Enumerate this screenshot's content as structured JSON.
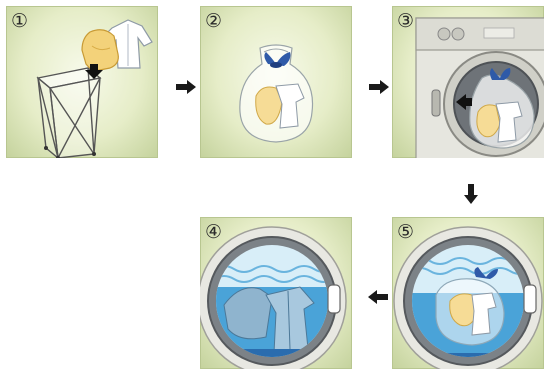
{
  "steps": [
    {
      "number": "①",
      "icon": "clothes-into-hamper"
    },
    {
      "number": "②",
      "icon": "clothes-in-mesh-laundry-bag"
    },
    {
      "number": "③",
      "icon": "bag-into-washing-machine"
    },
    {
      "number": "④",
      "icon": "clothes-washing-in-drum"
    },
    {
      "number": "⑤",
      "icon": "bag-washing-in-drum"
    }
  ],
  "colors": {
    "panel_light": "#f7faea",
    "panel_dark": "#c4d29c",
    "arrow": "#1a1a1a",
    "water": "#4aa3d8",
    "machine": "#e3e3dc"
  }
}
